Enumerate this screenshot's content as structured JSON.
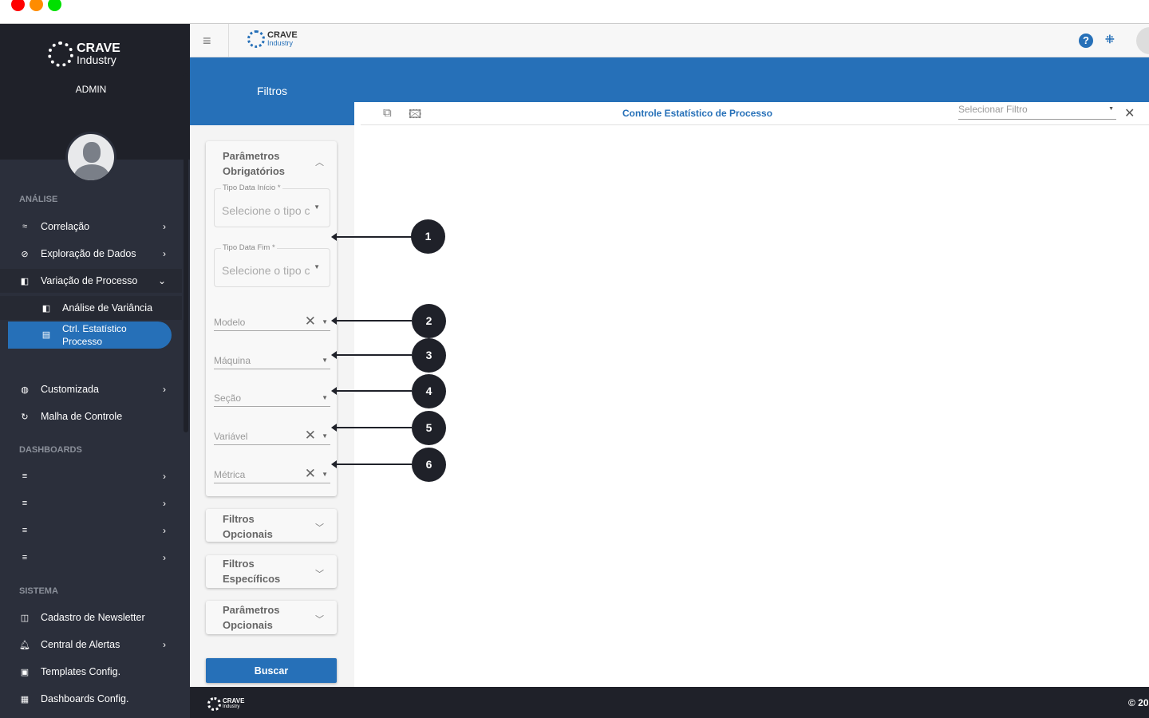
{
  "brand": {
    "name": "CRAVE",
    "sub": "Industry",
    "role": "ADMIN"
  },
  "sidebar": {
    "sections": {
      "analise": "ANÁLISE",
      "dashboards": "DASHBOARDS",
      "sistema": "SISTEMA"
    },
    "items": [
      {
        "label": "Correlação",
        "icon": "correlation-icon",
        "glyph": "≈"
      },
      {
        "label": "Exploração de Dados",
        "icon": "compass-icon",
        "glyph": "⊘"
      },
      {
        "label": "Variação de Processo",
        "icon": "variance-icon",
        "glyph": "◧"
      },
      {
        "label": "Análise de Variância",
        "icon": "variance-icon",
        "glyph": "◧"
      },
      {
        "label": "Ctrl. Estatístico Processo",
        "icon": "table-icon",
        "glyph": "▤"
      },
      {
        "label": "Customizada",
        "icon": "palette-icon",
        "glyph": "◍"
      },
      {
        "label": "Malha de Controle",
        "icon": "refresh-icon",
        "glyph": "↻"
      },
      {
        "label": "Cadastro de Newsletter",
        "icon": "newsletter-icon",
        "glyph": "◫"
      },
      {
        "label": "Central de Alertas",
        "icon": "bell-icon",
        "glyph": "🔔︎"
      },
      {
        "label": "Templates Config.",
        "icon": "template-icon",
        "glyph": "▣"
      },
      {
        "label": "Dashboards Config.",
        "icon": "dashboard-icon",
        "glyph": "▦"
      }
    ],
    "dash_glyph": "≡"
  },
  "filters": {
    "title": "Filtros",
    "required_title": "Parâmetros Obrigatórios",
    "tipo_inicio_label": "Tipo Data Início *",
    "tipo_fim_label": "Tipo Data Fim *",
    "tipo_placeholder": "Selecione o tipo c",
    "modelo": "Modelo",
    "maquina": "Máquina",
    "secao": "Seção",
    "variavel": "Variável",
    "metrica": "Métrica",
    "opcionais": "Filtros Opcionais",
    "especificos": "Filtros Específicos",
    "param_opcionais": "Parâmetros Opcionais",
    "buscar": "Buscar"
  },
  "content": {
    "title": "Controle Estatístico de Processo",
    "filter_placeholder": "Selecionar Filtro"
  },
  "annotations": [
    "1",
    "2",
    "3",
    "4",
    "5",
    "6"
  ],
  "footer": {
    "copyright": "© 20"
  },
  "colors": {
    "primary": "#2670b8",
    "dark": "#1f2129",
    "sidebar": "#2b2f3b"
  }
}
